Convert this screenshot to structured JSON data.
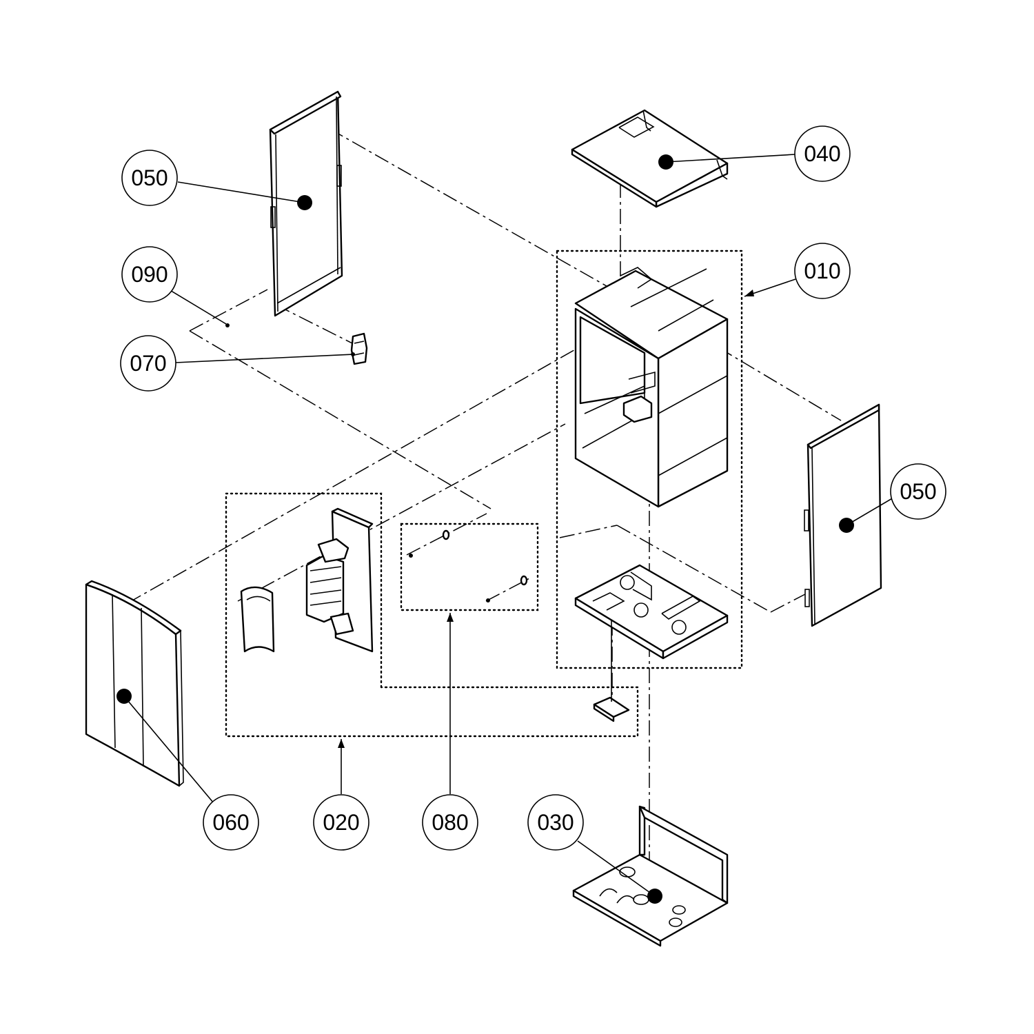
{
  "balloons": {
    "b050_left": "050",
    "b090": "090",
    "b070": "070",
    "b040": "040",
    "b010": "010",
    "b050_right": "050",
    "b060": "060",
    "b020": "020",
    "b080": "080",
    "b030": "030"
  }
}
